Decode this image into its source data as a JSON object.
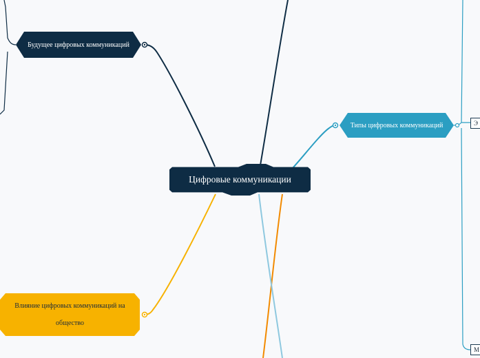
{
  "mindmap": {
    "central_topic": "Цифровые коммуникации",
    "branches": {
      "future": {
        "label": "Будущее цифровых коммуникаций",
        "color": "#0e2c44"
      },
      "types": {
        "label": "Типы цифровых коммуникаций",
        "color": "#2b9ec2"
      },
      "impact": {
        "label": "Влияние цифровых коммуникаций на общество",
        "color": "#f7b200"
      }
    },
    "side_children": {
      "upper": "Э",
      "lower": "М"
    },
    "colors": {
      "dark_navy": "#0e2c44",
      "teal": "#2b9ec2",
      "light_blue": "#8ec8df",
      "yellow": "#f7b200",
      "orange": "#f28a00",
      "background": "#f8f9fb"
    }
  }
}
